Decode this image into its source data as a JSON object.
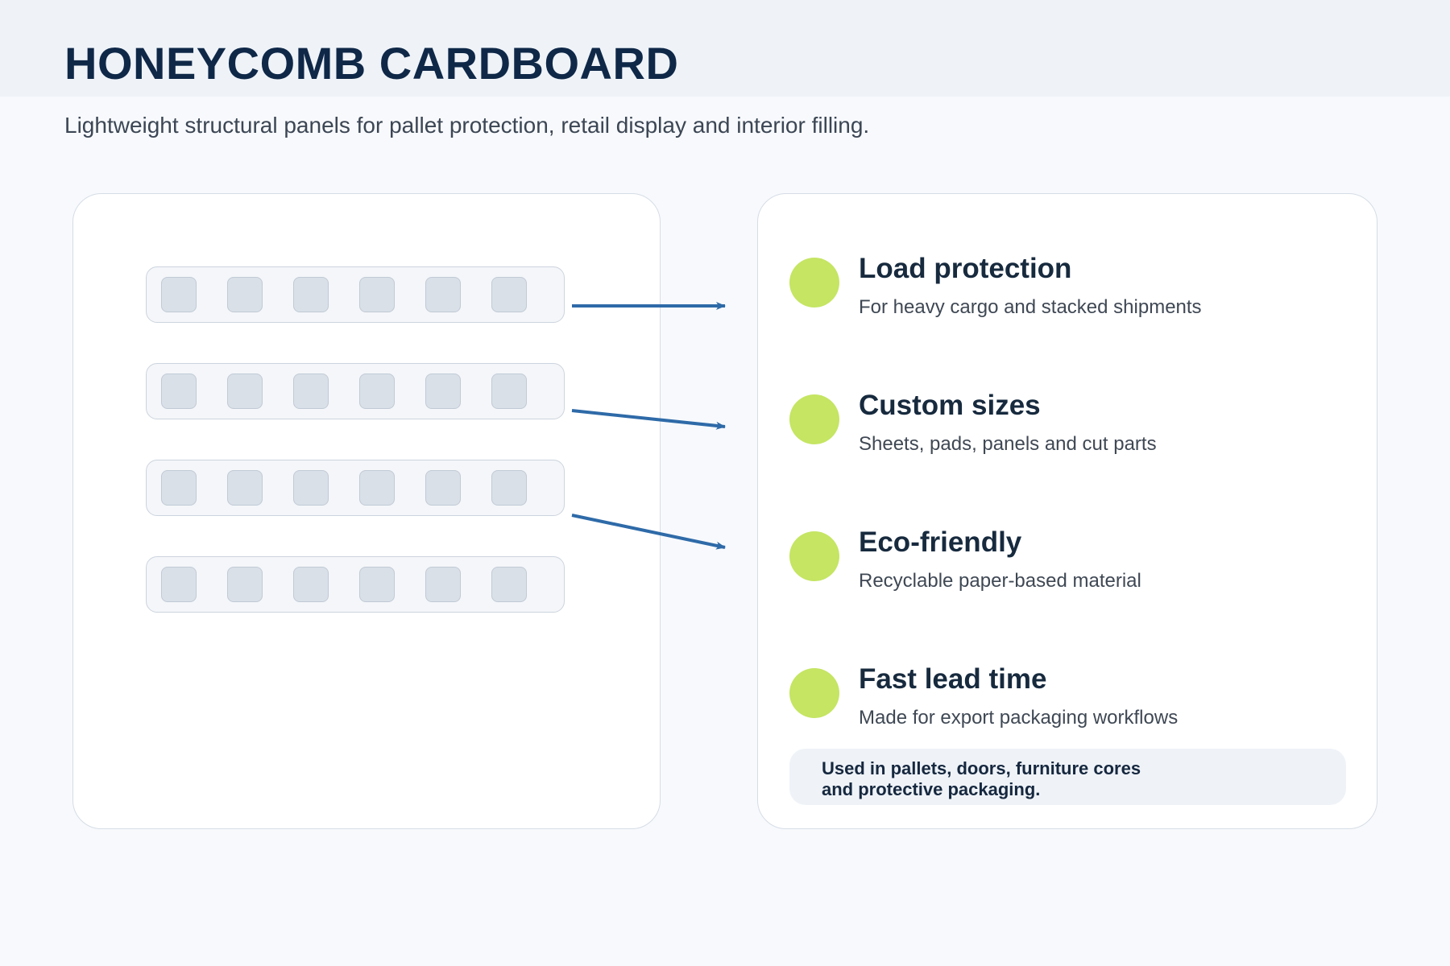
{
  "header": {
    "title": "HONEYCOMB CARDBOARD",
    "subtitle": "Lightweight structural panels for pallet protection, retail display and interior filling."
  },
  "diagram": {
    "panel_rows": 4,
    "cells_per_row": 6,
    "arrow_targets": [
      0,
      1,
      2
    ]
  },
  "features": [
    {
      "title": "Load protection",
      "description": "For heavy cargo and stacked shipments"
    },
    {
      "title": "Custom sizes",
      "description": "Sheets, pads, panels and cut parts"
    },
    {
      "title": "Eco-friendly",
      "description": "Recyclable paper-based material"
    },
    {
      "title": "Fast lead time",
      "description": "Made for export packaging workflows"
    }
  ],
  "note": {
    "line1": "Used in pallets, doors, furniture cores",
    "line2": "and protective packaging."
  },
  "colors": {
    "title": "#0f2848",
    "accent_dot": "#c5e563",
    "arrow": "#2e6aa8",
    "background": "#f7f9fc"
  }
}
